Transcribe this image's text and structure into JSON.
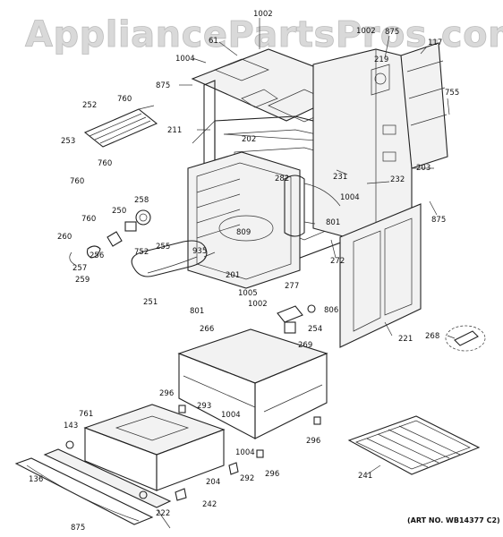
{
  "watermark": "AppliancePartsPros.com",
  "art_no": "(ART NO. WB14377 C2)",
  "part_numbers": [
    "1002",
    "61",
    "1004",
    "875",
    "1002",
    "875",
    "117",
    "219",
    "755",
    "760",
    "252",
    "211",
    "202",
    "253",
    "760",
    "760",
    "203",
    "231",
    "232",
    "282",
    "258",
    "250",
    "760",
    "1004",
    "875",
    "260",
    "256",
    "255",
    "752",
    "801",
    "809",
    "935",
    "257",
    "259",
    "201",
    "251",
    "801",
    "272",
    "277",
    "1005",
    "1002",
    "806",
    "254",
    "269",
    "266",
    "221",
    "268",
    "296",
    "293",
    "1004",
    "761",
    "143",
    "296",
    "1004",
    "292",
    "296",
    "241",
    "136",
    "204",
    "242",
    "222",
    "875"
  ]
}
